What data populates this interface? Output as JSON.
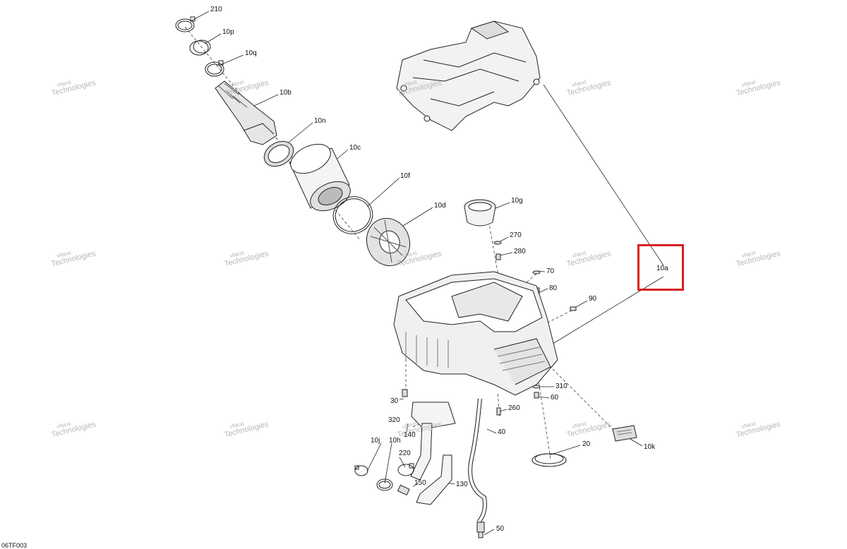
{
  "drawing_code": "06TF003",
  "watermark": {
    "line1": "vNext",
    "line2": "Technologies"
  },
  "highlight_color": "#d62020",
  "highlighted_part": "10a",
  "callouts": {
    "p210": "210",
    "p10p": "10p",
    "p10q": "10q",
    "p10b": "10b",
    "p10n": "10n",
    "p10c": "10c",
    "p10f": "10f",
    "p10d": "10d",
    "p10g": "10g",
    "p270": "270",
    "p280": "280",
    "p70": "70",
    "p80": "80",
    "p90": "90",
    "p10a": "10a",
    "p310": "310",
    "p60": "60",
    "p260": "260",
    "p30": "30",
    "p320": "320",
    "p140": "140",
    "p40": "40",
    "p10j": "10j",
    "p10h": "10h",
    "p220": "220",
    "p150": "150",
    "p130": "130",
    "p20": "20",
    "p10k": "10k",
    "p50": "50"
  }
}
